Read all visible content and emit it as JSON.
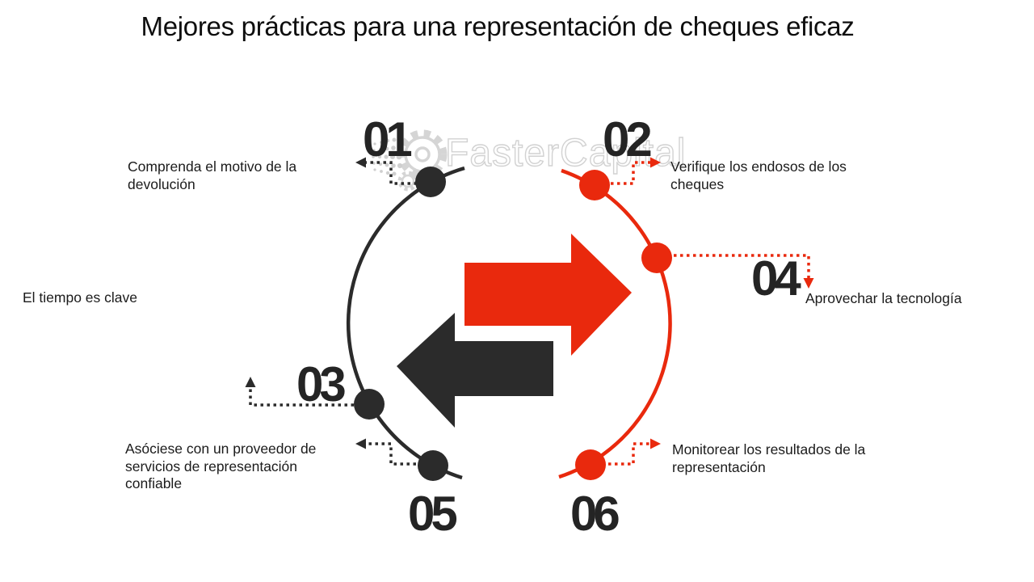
{
  "title": "Mejores prácticas para una representación de cheques eficaz",
  "watermark": {
    "brand": "FasterCapital"
  },
  "colors": {
    "red": "#e9290d",
    "black": "#2b2b2b",
    "number": "#242424"
  },
  "steps": [
    {
      "number": "01",
      "label": "Comprenda el motivo de la devolución",
      "accent": "black"
    },
    {
      "number": "02",
      "label": "Verifique los endosos de los cheques",
      "accent": "red"
    },
    {
      "number": "03",
      "label": "El tiempo es clave",
      "accent": "black"
    },
    {
      "number": "04",
      "label": "Aprovechar la tecnología",
      "accent": "red"
    },
    {
      "number": "05",
      "label": "Asóciese con un proveedor de servicios de representación confiable",
      "accent": "black"
    },
    {
      "number": "06",
      "label": "Monitorear los resultados de la representación",
      "accent": "red"
    }
  ]
}
